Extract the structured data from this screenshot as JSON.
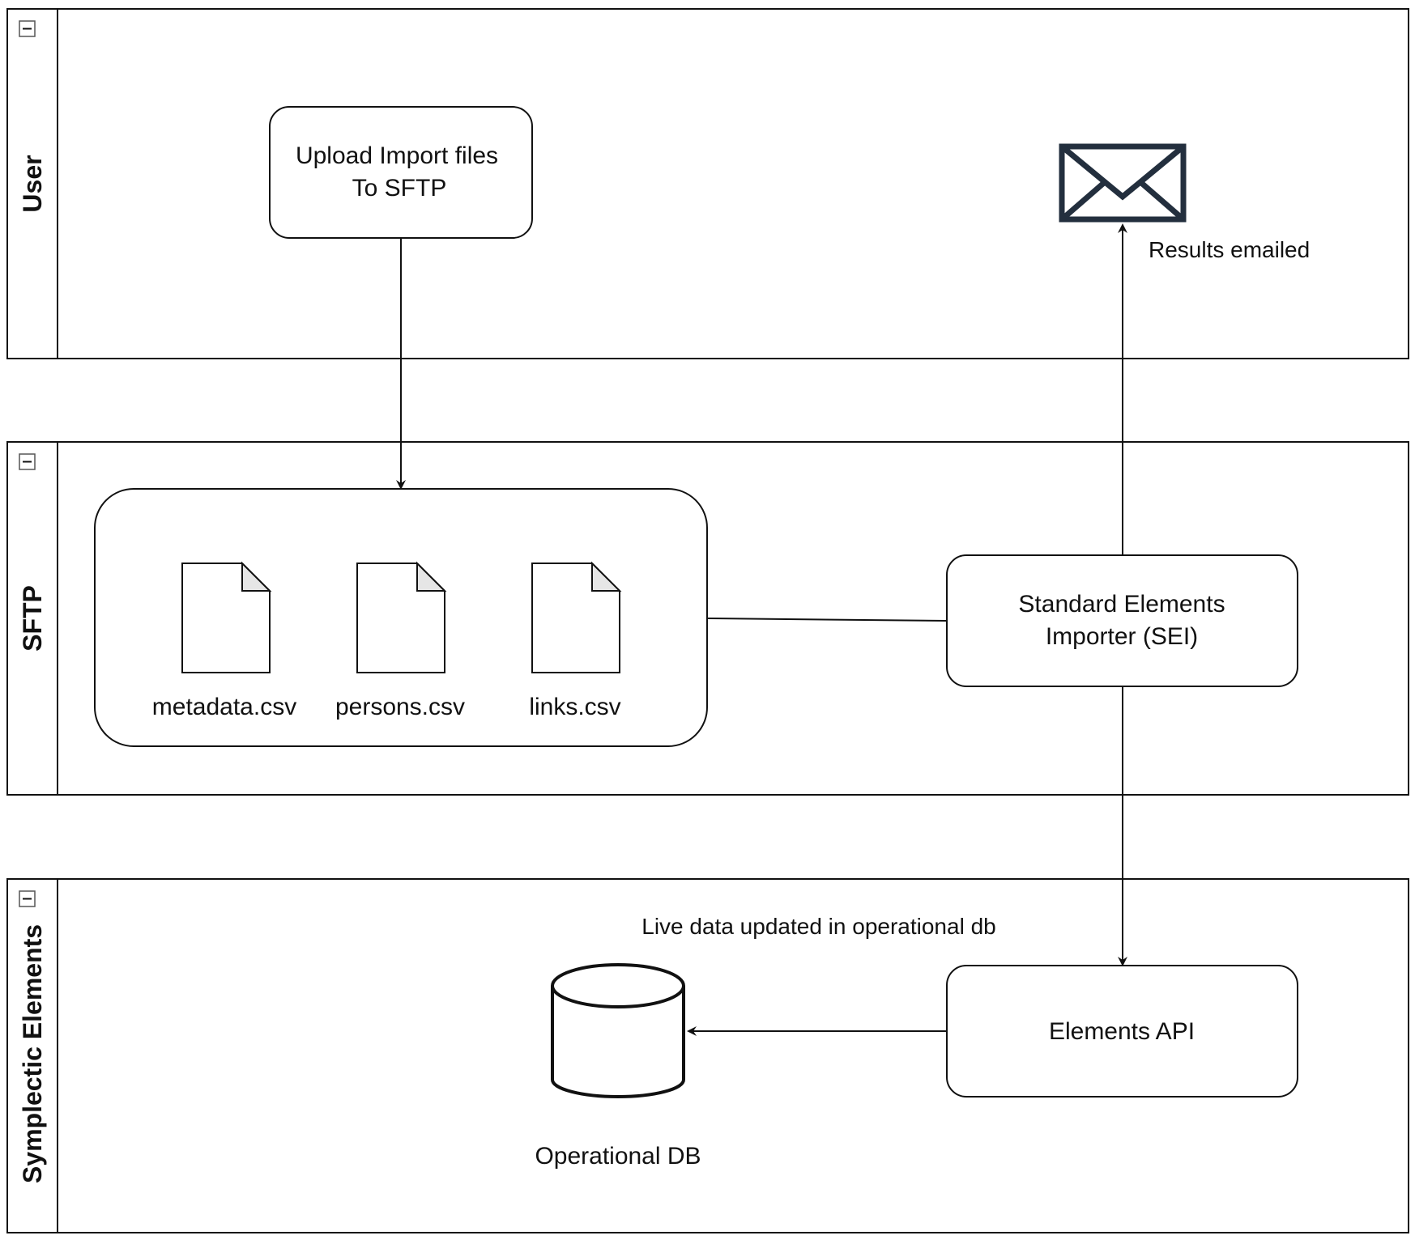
{
  "lanes": {
    "user": {
      "title": "User"
    },
    "sftp": {
      "title": "SFTP"
    },
    "elements": {
      "title": "Symplectic Elements"
    }
  },
  "nodes": {
    "upload": {
      "line1": "Upload Import files",
      "line2": "To SFTP"
    },
    "files": [
      "metadata.csv",
      "persons.csv",
      "links.csv"
    ],
    "sei": {
      "line1": "Standard Elements",
      "line2": "Importer (SEI)"
    },
    "api": {
      "label": "Elements API"
    },
    "db": {
      "label": "Operational DB"
    },
    "email": {
      "label": "Results emailed",
      "icon": "envelope-icon"
    }
  },
  "annotations": {
    "live_update": "Live data updated in operational db"
  },
  "colors": {
    "stroke": "#111111",
    "fold": "#e6e6e6",
    "envelope": "#232f3e"
  }
}
